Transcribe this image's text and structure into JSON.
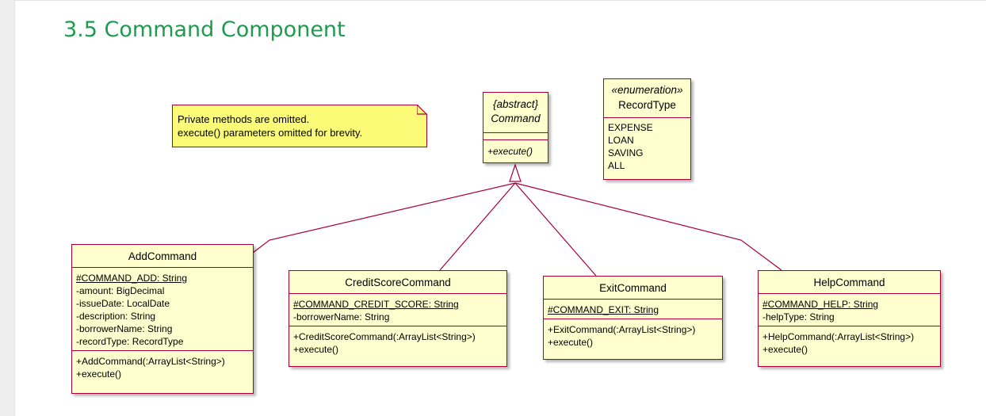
{
  "section": {
    "title": "3.5 Command Component"
  },
  "colors": {
    "title": "#1e9b4e",
    "class_fill": "#fefece",
    "class_border": "#a80036",
    "note_fill": "#fbfb77"
  },
  "note": {
    "lines": [
      "Private methods are omitted.",
      "execute() parameters omitted for brevity."
    ]
  },
  "classes": {
    "command": {
      "stereotype": "{abstract}",
      "name": "Command",
      "methods": [
        "+execute()"
      ]
    },
    "record_type": {
      "stereotype": "«enumeration»",
      "name": "RecordType",
      "values": [
        "EXPENSE",
        "LOAN",
        "SAVING",
        "ALL"
      ]
    },
    "add_command": {
      "name": "AddCommand",
      "fields": [
        "#COMMAND_ADD: String",
        "-amount: BigDecimal",
        "-issueDate: LocalDate",
        "-description: String",
        "-borrowerName: String",
        "-recordType: RecordType"
      ],
      "methods": [
        "+AddCommand(:ArrayList<String>)",
        "+execute()"
      ]
    },
    "credit_score_command": {
      "name": "CreditScoreCommand",
      "fields": [
        "#COMMAND_CREDIT_SCORE: String",
        "-borrowerName: String"
      ],
      "methods": [
        "+CreditScoreCommand(:ArrayList<String>)",
        "+execute()"
      ]
    },
    "exit_command": {
      "name": "ExitCommand",
      "fields": [
        "#COMMAND_EXIT: String"
      ],
      "methods": [
        "+ExitCommand(:ArrayList<String>)",
        "+execute()"
      ]
    },
    "help_command": {
      "name": "HelpCommand",
      "fields": [
        "#COMMAND_HELP: String",
        "-helpType: String"
      ],
      "methods": [
        "+HelpCommand(:ArrayList<String>)",
        "+execute()"
      ]
    }
  }
}
